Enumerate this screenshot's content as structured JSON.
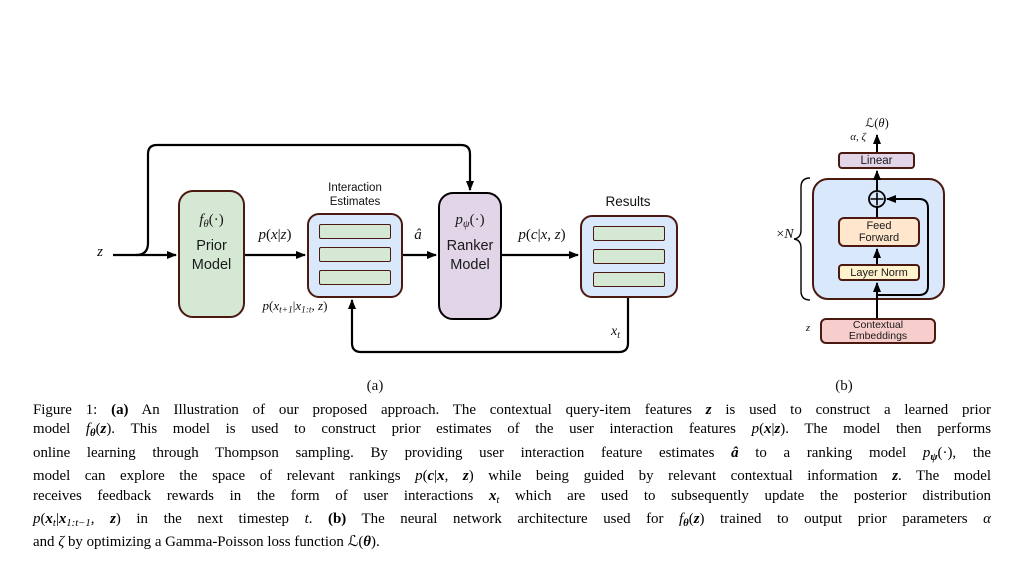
{
  "palette": {
    "green": "#d5e8d4",
    "blue": "#dae8fc",
    "purple": "#e1d5e7",
    "orange": "#ffe6cc",
    "yellow": "#fff2cc",
    "pink": "#f8cecc",
    "border_maroon": "#4a1a10",
    "border_black": "#000000",
    "arrow": "#000000"
  },
  "figure": {
    "panel_a": {
      "label": "(a)",
      "z_label": [
        {
          "t": "z",
          "i": 1
        }
      ],
      "prior": {
        "fn": [
          {
            "t": "f",
            "i": 1
          },
          {
            "t": "θ",
            "s": 1,
            "i": 1
          },
          {
            "t": "(·)"
          }
        ],
        "name": "Prior\nModel"
      },
      "p_x_z": [
        {
          "t": "p",
          "i": 1
        },
        {
          "t": "("
        },
        {
          "t": "x",
          "i": 1
        },
        {
          "t": "|"
        },
        {
          "t": "z",
          "i": 1
        },
        {
          "t": ")"
        }
      ],
      "interaction_title": "Interaction\nEstimates",
      "a_hat": [
        {
          "t": "â",
          "i": 1
        }
      ],
      "ranker": {
        "fn": [
          {
            "t": "p",
            "i": 1
          },
          {
            "t": "ψ",
            "s": 1,
            "i": 1
          },
          {
            "t": "(·)"
          }
        ],
        "name": "Ranker\nModel"
      },
      "p_c_xz": [
        {
          "t": "p",
          "i": 1
        },
        {
          "t": "("
        },
        {
          "t": "c",
          "i": 1
        },
        {
          "t": "|"
        },
        {
          "t": "x",
          "i": 1
        },
        {
          "t": ", "
        },
        {
          "t": "z",
          "i": 1
        },
        {
          "t": ")"
        }
      ],
      "results_title": "Results",
      "x_t": [
        {
          "t": "x",
          "i": 1
        },
        {
          "t": "t",
          "s": 1,
          "i": 1
        }
      ],
      "p_next": [
        {
          "t": "p",
          "i": 1
        },
        {
          "t": "("
        },
        {
          "t": "x",
          "i": 1
        },
        {
          "t": "t+1",
          "s": 1,
          "i": 1
        },
        {
          "t": "|"
        },
        {
          "t": "x",
          "i": 1
        },
        {
          "t": "1:t",
          "s": 1,
          "i": 1
        },
        {
          "t": ", "
        },
        {
          "t": "z",
          "i": 1
        },
        {
          "t": ")"
        }
      ]
    },
    "panel_b": {
      "label": "(b)",
      "loss": [
        {
          "t": "ℒ("
        },
        {
          "t": "θ",
          "i": 1
        },
        {
          "t": ")"
        }
      ],
      "alpha_zeta": [
        {
          "t": "α, ζ",
          "i": 1
        }
      ],
      "linear_label": "Linear",
      "times_n": [
        {
          "t": "×"
        },
        {
          "t": "N",
          "i": 1
        }
      ],
      "feed_forward_label": "Feed\nForward",
      "layer_norm_label": "Layer Norm",
      "contextual_label": "Contextual\nEmbeddings",
      "z_label": [
        {
          "t": "z",
          "i": 1
        }
      ]
    },
    "caption_lines": [
      [
        {
          "t": "Figure 1: "
        },
        {
          "t": "(a)",
          "b": 1
        },
        {
          "t": " An Illustration of our proposed approach. The contextual query-item features "
        },
        {
          "t": "z",
          "b": 1,
          "i": 1
        },
        {
          "t": " is used to construct a learned prior"
        }
      ],
      [
        {
          "t": "model "
        },
        {
          "t": "f",
          "i": 1
        },
        {
          "t": "θ",
          "b": 1,
          "i": 1,
          "s": 1
        },
        {
          "t": "("
        },
        {
          "t": "z",
          "b": 1,
          "i": 1
        },
        {
          "t": "). This model is used to construct prior estimates of the user interaction features "
        },
        {
          "t": "p",
          "i": 1
        },
        {
          "t": "("
        },
        {
          "t": "x",
          "b": 1,
          "i": 1
        },
        {
          "t": "|"
        },
        {
          "t": "z",
          "b": 1,
          "i": 1
        },
        {
          "t": "). The model then performs"
        }
      ],
      [
        {
          "t": "online learning through Thompson sampling. By providing user interaction feature estimates "
        },
        {
          "t": "â",
          "b": 1,
          "i": 1
        },
        {
          "t": " to a ranking model "
        },
        {
          "t": "p",
          "i": 1
        },
        {
          "t": "ψ",
          "b": 1,
          "i": 1,
          "s": 1
        },
        {
          "t": "(·), the"
        }
      ],
      [
        {
          "t": "model can explore the space of relevant rankings "
        },
        {
          "t": "p",
          "i": 1
        },
        {
          "t": "("
        },
        {
          "t": "c",
          "b": 1,
          "i": 1
        },
        {
          "t": "|"
        },
        {
          "t": "x",
          "b": 1,
          "i": 1
        },
        {
          "t": ", "
        },
        {
          "t": "z",
          "b": 1,
          "i": 1
        },
        {
          "t": ") while being guided by relevant contextual information "
        },
        {
          "t": "z",
          "b": 1,
          "i": 1
        },
        {
          "t": ". The model"
        }
      ],
      [
        {
          "t": "receives feedback rewards in the form of user interactions "
        },
        {
          "t": "x",
          "b": 1,
          "i": 1
        },
        {
          "t": "t",
          "i": 1,
          "s": 1
        },
        {
          "t": " which are used to subsequently update the posterior distribution"
        }
      ],
      [
        {
          "t": "p",
          "i": 1
        },
        {
          "t": "("
        },
        {
          "t": "x",
          "b": 1,
          "i": 1
        },
        {
          "t": "t",
          "i": 1,
          "s": 1
        },
        {
          "t": "|"
        },
        {
          "t": "x",
          "b": 1,
          "i": 1
        },
        {
          "t": "1:t−1",
          "i": 1,
          "s": 1
        },
        {
          "t": ", "
        },
        {
          "t": "z",
          "b": 1,
          "i": 1
        },
        {
          "t": ") in the next timestep "
        },
        {
          "t": "t",
          "i": 1
        },
        {
          "t": ". "
        },
        {
          "t": "(b)",
          "b": 1
        },
        {
          "t": " The neural network architecture used for "
        },
        {
          "t": "f",
          "i": 1
        },
        {
          "t": "θ",
          "b": 1,
          "i": 1,
          "s": 1
        },
        {
          "t": "("
        },
        {
          "t": "z",
          "b": 1,
          "i": 1
        },
        {
          "t": ") trained to output prior parameters "
        },
        {
          "t": "α",
          "i": 1
        }
      ],
      [
        {
          "t": "and "
        },
        {
          "t": "ζ",
          "i": 1
        },
        {
          "t": " by optimizing a Gamma-Poisson loss function "
        },
        {
          "t": "ℒ("
        },
        {
          "t": "θ",
          "b": 1,
          "i": 1
        },
        {
          "t": ")."
        }
      ]
    ]
  }
}
